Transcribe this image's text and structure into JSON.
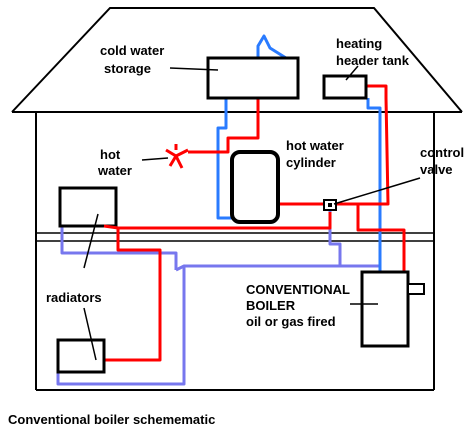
{
  "diagram": {
    "caption": "Conventional boiler schemematic",
    "labels": {
      "cold_water_storage_line1": "cold water",
      "cold_water_storage_line2": "storage",
      "heating_header_tank_line1": "heating",
      "heating_header_tank_line2": "header tank",
      "hot_water_cylinder_line1": "hot water",
      "hot_water_cylinder_line2": "cylinder",
      "hot_water_line1": "hot",
      "hot_water_line2": "water",
      "control_valve_line1": "control",
      "control_valve_line2": "valve",
      "radiators": "radiators",
      "boiler_line1": "CONVENTIONAL",
      "boiler_line2": "BOILER",
      "boiler_line3": "oil  or gas fired"
    },
    "colors": {
      "outline": "#000000",
      "flow_pipe": "#ff0000",
      "return_pipe": "#7777ee",
      "cold_feed_pipe": "#2a7bff",
      "background": "#ffffff"
    },
    "icons": {
      "tap": "hot-water-tap-icon",
      "valve": "control-valve-icon"
    }
  }
}
